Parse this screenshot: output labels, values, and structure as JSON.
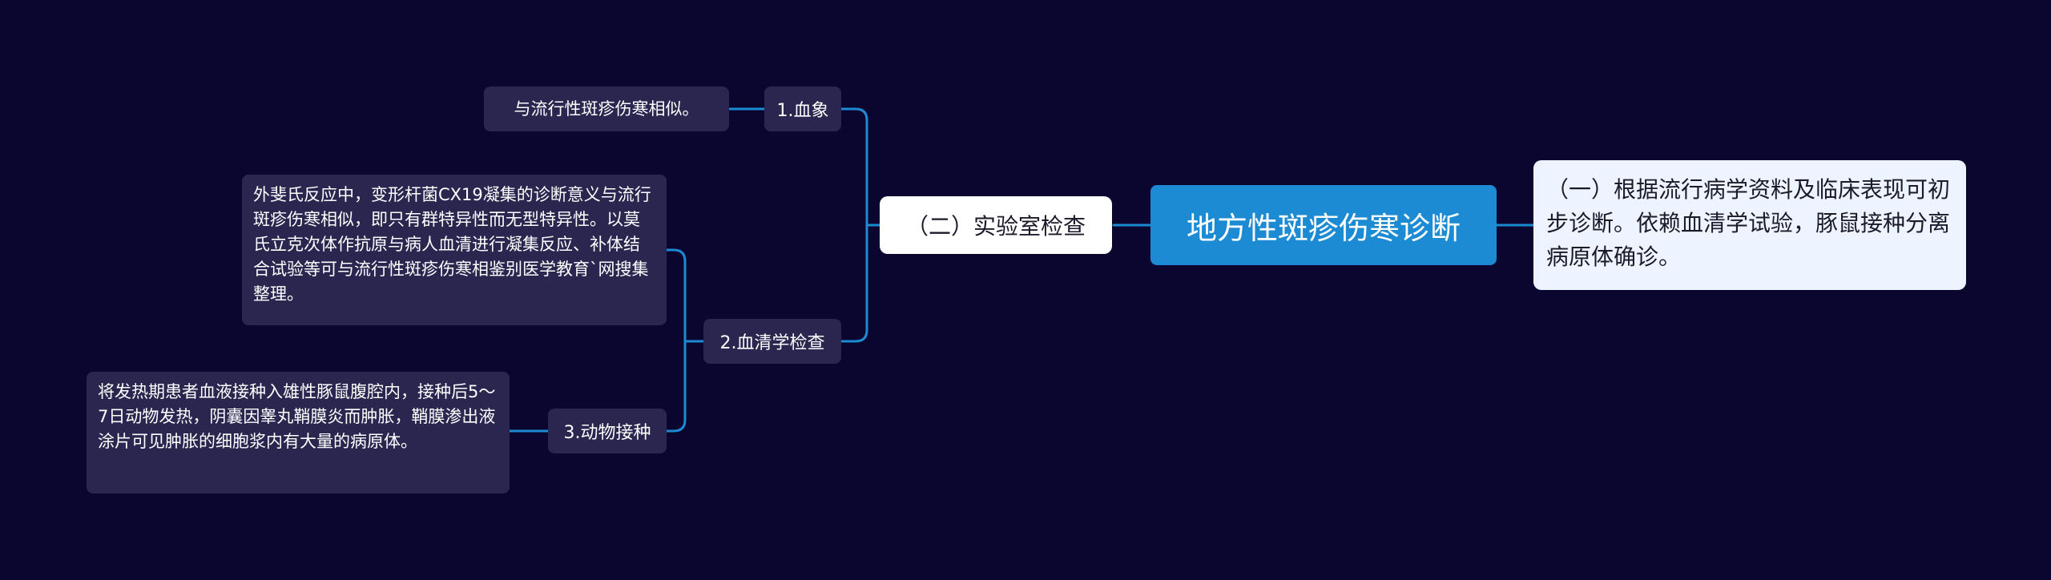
{
  "root": {
    "title": "地方性斑疹伤寒诊断"
  },
  "right_branch": {
    "text": "（一）根据流行病学资料及临床表现可初步诊断。依赖血清学试验，豚鼠接种分离病原体确诊。"
  },
  "left_branch": {
    "title": "（二）实验室检查",
    "children": [
      {
        "label": "1.血象",
        "detail": "与流行性斑疹伤寒相似。"
      },
      {
        "label": "2.血清学检查",
        "detail": "外斐氏反应中，变形杆菌CX19凝集的诊断意义与流行斑疹伤寒相似，即只有群特异性而无型特异性。以莫氏立克次体作抗原与病人血清进行凝集反应、补体结合试验等可与流行性斑疹伤寒相鉴别医学教育`网搜集整理。"
      },
      {
        "label": "3.动物接种",
        "detail": "将发热期患者血液接种入雄性豚鼠腹腔内，接种后5～7日动物发热，阴囊因睾丸鞘膜炎而肿胀，鞘膜渗出液涂片可见肿胀的细胞浆内有大量的病原体。"
      }
    ]
  },
  "colors": {
    "background": "#0a0630",
    "root": "#1d8bd3",
    "connector": "#1d8bd3",
    "node_dark": "#2a2650"
  }
}
